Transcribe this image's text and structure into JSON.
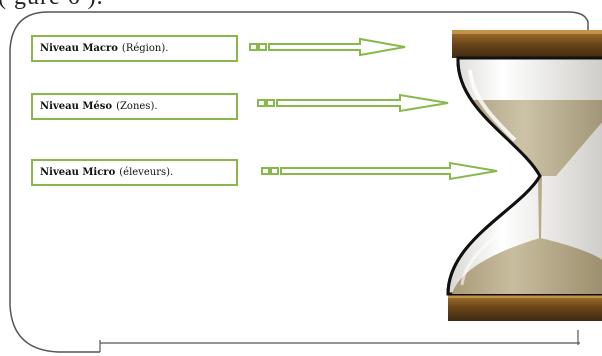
{
  "caption_fragment": "( gure 6 ).",
  "levels": [
    {
      "name": "Niveau Macro",
      "detail": "(Région)."
    },
    {
      "name": "Niveau Méso",
      "detail": "(Zones)."
    },
    {
      "name": "Niveau Micro",
      "detail": "(éleveurs)."
    }
  ],
  "colors": {
    "box_border": "#86b94a",
    "frame": "#555555",
    "wood": "#7a5523",
    "sand": "#b9ad8d"
  },
  "icons": {
    "hourglass": "hourglass-icon",
    "arrow": "arrow-right-icon"
  }
}
